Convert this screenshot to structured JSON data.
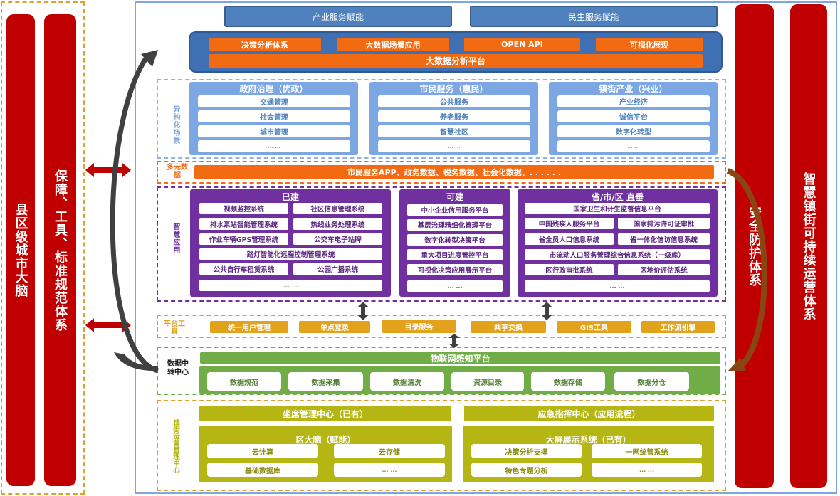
{
  "left": {
    "bar1": "县区级城市大脑",
    "bar2": "保障、工具、标准规范体系"
  },
  "right": {
    "security": "安全防护体系",
    "operation": "智慧镇街可持续运营体系"
  },
  "top": {
    "industry": "产业服务赋能",
    "livelihood": "民生服务赋能",
    "items": [
      "决策分析体系",
      "大数据场景应用",
      "OPEN  API",
      "可视化展现"
    ],
    "platform": "大数据分析平台"
  },
  "hetero": {
    "label": "异构化场景",
    "panels": [
      {
        "title": "政府治理（优政）",
        "items": [
          "交通管理",
          "社会管理",
          "城市管理",
          "... ..."
        ]
      },
      {
        "title": "市民服务（惠民）",
        "items": [
          "公共服务",
          "养老服务",
          "智慧社区",
          "... ..."
        ]
      },
      {
        "title": "镇街产业（兴业）",
        "items": [
          "产业经济",
          "诚信平台",
          "数字化转型",
          "... ..."
        ]
      }
    ]
  },
  "multi": {
    "label": "多元数据",
    "bar": "市民服务APP、政务数据、税务数据、社会化数据、. . . . . ."
  },
  "smart": {
    "label": "智慧应用",
    "built": {
      "title": "已建",
      "items": [
        "视频监控系统",
        "社区信息管理系统",
        "排水泵站智能管理系统",
        "热线业务处理系统",
        "作业车辆GPS管理系统",
        "公交车电子站牌",
        "路灯智能化远程控制管理系统",
        "公共自行车租赁系统",
        "公园广播系统",
        "... ..."
      ]
    },
    "plan": {
      "title": "可建",
      "items": [
        "中小企业信用服务平台",
        "基层治理精细化管理平台",
        "数字化转型决策平台",
        "重大项目进度管控平台",
        "可视化决策应用展示平台",
        "... ..."
      ]
    },
    "vertical": {
      "title": "省/市/区 直垂",
      "items": [
        "国家卫生和计生监督信息平台",
        "中国残疾人服务平台",
        "国家排污许可证审批",
        "省全员人口信息系统",
        "省一体化信访信息系统",
        "市流动人口服务管理综合信息系统（一级库）",
        "区行政审批系统",
        "区地价评估系统",
        "... ..."
      ]
    }
  },
  "tools": {
    "label": "平台工具",
    "items": [
      "统一用户管理",
      "单点登录",
      "目录服务",
      "共享交换",
      "GIS工具",
      "工作流引擎"
    ]
  },
  "datahub": {
    "label": "数据中转中心",
    "iot": "物联网感知平台",
    "items": [
      "数据规范",
      "数据采集",
      "数据清洗",
      "资源目录",
      "数据存储",
      "数据分仓"
    ]
  },
  "mgmt": {
    "label": "镇街运营管理中心",
    "seat": "坐席管理中心（已有）",
    "emergency": "应急指挥中心（应用流程）",
    "brain": {
      "title": "区大脑（赋能）",
      "items": [
        "云计算",
        "云存储",
        "基础数据库",
        "... ..."
      ]
    },
    "screen": {
      "title": "大屏展示系统（已有）",
      "items": [
        "决策分析支撑",
        "一网统管系统",
        "特色专题分析",
        "... ..."
      ]
    }
  },
  "colors": {
    "red": "#c00000",
    "orange": "#f26b12",
    "purple": "#7030a0",
    "blue": "#4e81bd",
    "green": "#70ad47",
    "olive": "#b5b614",
    "gold": "#e2a21c"
  }
}
